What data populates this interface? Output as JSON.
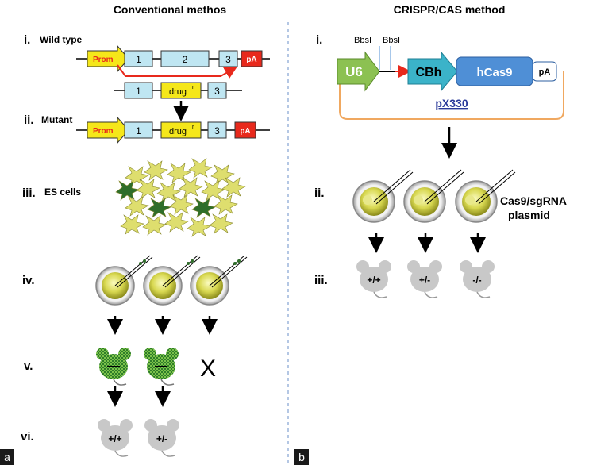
{
  "left": {
    "title": "Conventional methos",
    "steps": [
      {
        "num": "i.",
        "label": "Wild type"
      },
      {
        "num": "ii.",
        "label": "Mutant"
      },
      {
        "num": "iii.",
        "label": "ES cells"
      },
      {
        "num": "iv.",
        "label": ""
      },
      {
        "num": "v.",
        "label": ""
      },
      {
        "num": "vi.",
        "label": ""
      }
    ],
    "gene": {
      "prom": "Prom",
      "exon1": "1",
      "exon2": "2",
      "exon3": "3",
      "pa": "pA",
      "drug": "drug",
      "drug_sup": "r"
    },
    "fail_mark": "X",
    "genotypes": [
      "+/+",
      "+/-"
    ],
    "panel_tag": "a"
  },
  "right": {
    "title": "CRISPR/CAS method",
    "steps": [
      {
        "num": "i."
      },
      {
        "num": "ii."
      },
      {
        "num": "iii."
      }
    ],
    "plasmid": {
      "site1": "BbsI",
      "site2": "BbsI",
      "u6": "U6",
      "cbh": "CBh",
      "cas9": "hCas9",
      "pa": "pA",
      "name": "pX330"
    },
    "inject_label_1": "Cas9/sgRNA",
    "inject_label_2": "plasmid",
    "genotypes": [
      "+/+",
      "+/-",
      "-/-"
    ],
    "panel_tag": "b"
  },
  "colors": {
    "prom": "#f5e71a",
    "exon": "#bfe6f2",
    "pa": "#e8291c",
    "drug": "#f5e71a",
    "u6": "#8cc152",
    "cbh": "#3bb3c9",
    "cas9": "#4f8fd6",
    "plasmid_loop": "#f0a860",
    "plasmid_name": "#2a3a9a",
    "es_cell": "#dede6e",
    "es_cell_dark": "#2f6e2a",
    "mouse_grey": "#c8c8c8",
    "mouse_green": "#2f7d2a",
    "divider": "#6a8fc8"
  }
}
